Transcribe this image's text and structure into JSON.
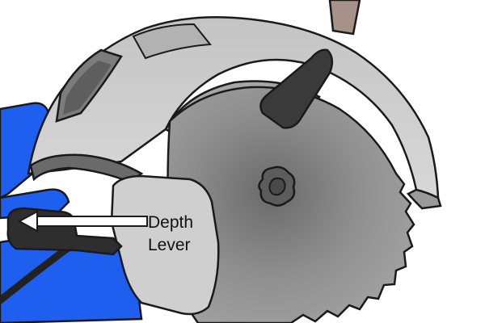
{
  "callout": {
    "line1": "Depth",
    "line2": "Lever"
  },
  "colors": {
    "housing_blue": "#1f5ff0",
    "guard_grey": "#cfcfcf",
    "guard_shadow": "#a8a8a8",
    "blade_grey": "#8d8d8d",
    "blade_center": "#5c5c5c",
    "dark_part": "#3a3a3a",
    "outline": "#222222",
    "brown_tab": "#a7928a",
    "callout_fill": "#ffffff"
  },
  "icons": {
    "callout_arrow": "arrow-left"
  }
}
